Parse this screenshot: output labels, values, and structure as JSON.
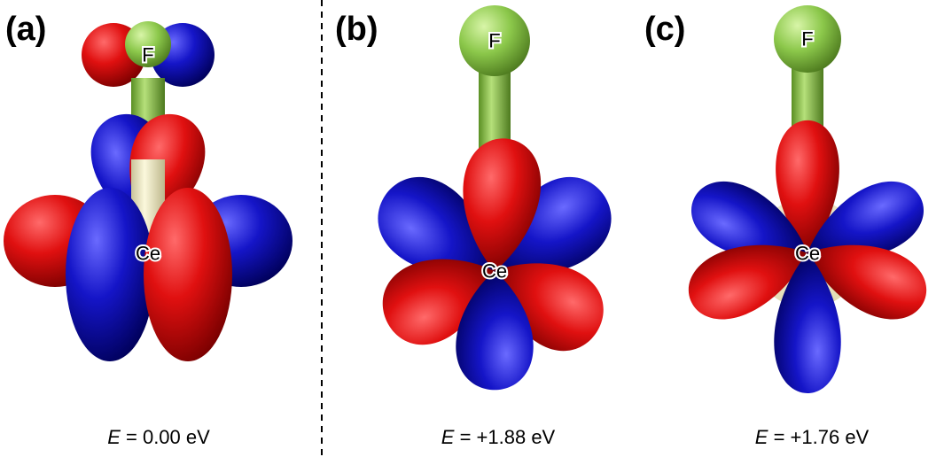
{
  "colors": {
    "positive_lobe": "#e01010",
    "negative_lobe": "#1515c8",
    "fluorine": "#8cc84b",
    "cerium": "#f0ecc4",
    "divider": "#000000"
  },
  "panels": [
    {
      "label": "(a)",
      "atom_top": "F",
      "atom_center": "Ce",
      "energy_symbol": "E",
      "energy_value": "= 0.00 eV"
    },
    {
      "label": "(b)",
      "atom_top": "F",
      "atom_center": "Ce",
      "energy_symbol": "E",
      "energy_value": "= +1.88 eV"
    },
    {
      "label": "(c)",
      "atom_top": "F",
      "atom_center": "Ce",
      "energy_symbol": "E",
      "energy_value": "= +1.76 eV"
    }
  ]
}
